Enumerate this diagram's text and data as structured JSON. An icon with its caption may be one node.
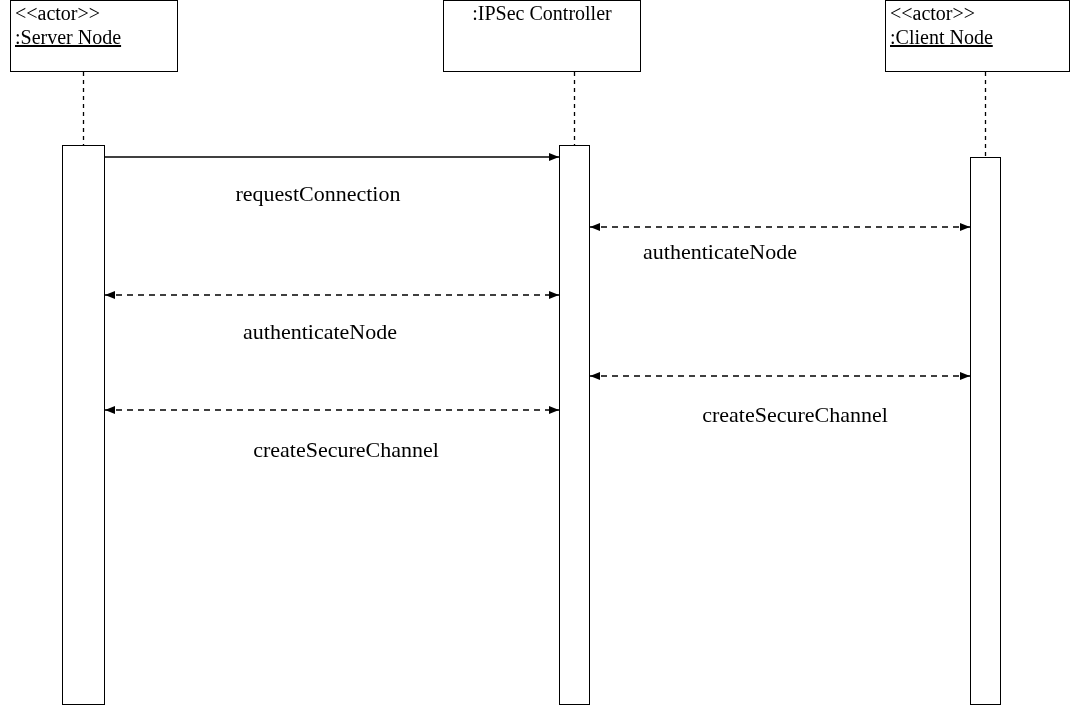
{
  "diagram": {
    "nodes": [
      {
        "text": [
          "<<actor>>",
          ":Server Node"
        ]
      },
      {
        "text": [
          ":IPSec Controller"
        ]
      },
      {
        "text": [
          "<<actor>>",
          ":Client Node"
        ]
      },
      {
        "text": [],
        "shape": "bar"
      },
      {
        "text": [],
        "shape": "bar"
      },
      {
        "text": [],
        "shape": "bar"
      }
    ],
    "edges": [
      {
        "from": 0,
        "to": 3,
        "arrow": "none",
        "style": "dashed"
      },
      {
        "from": 1,
        "to": 4,
        "arrow": "none",
        "style": "dashed"
      },
      {
        "from": 2,
        "to": 5,
        "arrow": "none",
        "style": "dashed"
      },
      {
        "from": 3,
        "to": 4,
        "arrow": "to",
        "label": "requestConnection"
      },
      {
        "from": 4,
        "to": 5,
        "arrow": "both",
        "style": "dashed",
        "label": "authenticateNode"
      },
      {
        "from": 3,
        "to": 4,
        "arrow": "both",
        "style": "dashed",
        "label": "authenticateNode"
      },
      {
        "from": 4,
        "to": 5,
        "arrow": "both",
        "style": "dashed",
        "label": "createSecureChannel"
      },
      {
        "from": 3,
        "to": 4,
        "arrow": "both",
        "style": "dashed",
        "label": "createSecureChannel"
      }
    ]
  }
}
